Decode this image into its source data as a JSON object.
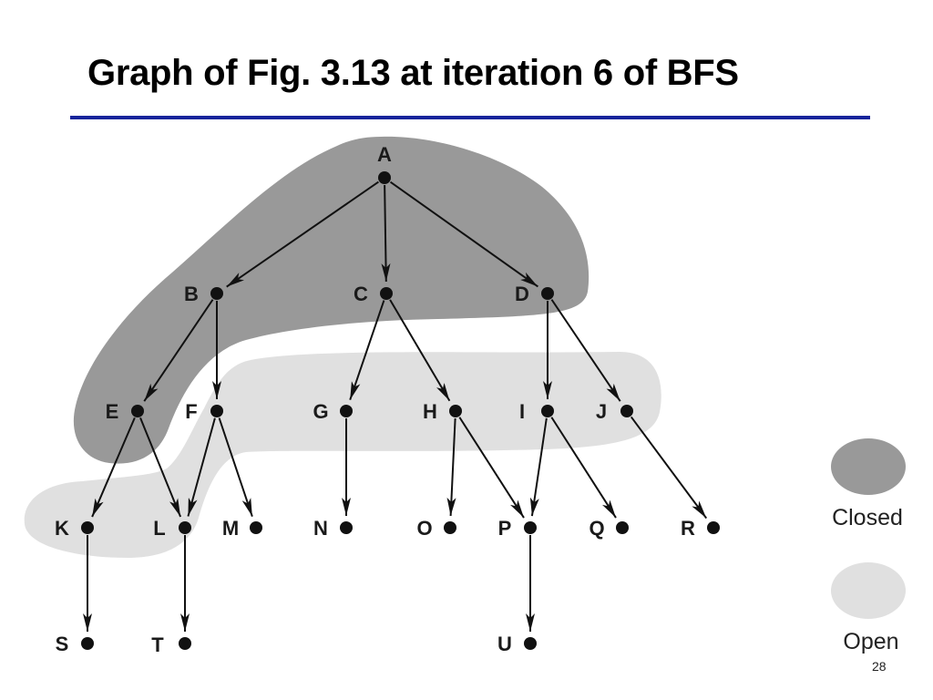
{
  "slide": {
    "title": "Graph of Fig. 3.13 at iteration 6 of BFS",
    "page_number": "28"
  },
  "legend": {
    "closed": {
      "label": "Closed",
      "color": "#999999"
    },
    "open": {
      "label": "Open",
      "color": "#e0e0e0"
    }
  },
  "graph": {
    "nodes": [
      {
        "id": "A",
        "label": "A",
        "set": "closed"
      },
      {
        "id": "B",
        "label": "B",
        "set": "closed"
      },
      {
        "id": "C",
        "label": "C",
        "set": "closed"
      },
      {
        "id": "D",
        "label": "D",
        "set": "closed"
      },
      {
        "id": "E",
        "label": "E",
        "set": "closed"
      },
      {
        "id": "F",
        "label": "F",
        "set": "open"
      },
      {
        "id": "G",
        "label": "G",
        "set": "open"
      },
      {
        "id": "H",
        "label": "H",
        "set": "open"
      },
      {
        "id": "I",
        "label": "I",
        "set": "open"
      },
      {
        "id": "J",
        "label": "J",
        "set": "open"
      },
      {
        "id": "K",
        "label": "K",
        "set": "open"
      },
      {
        "id": "L",
        "label": "L",
        "set": "open"
      },
      {
        "id": "M",
        "label": "M",
        "set": "none"
      },
      {
        "id": "N",
        "label": "N",
        "set": "none"
      },
      {
        "id": "O",
        "label": "O",
        "set": "none"
      },
      {
        "id": "P",
        "label": "P",
        "set": "none"
      },
      {
        "id": "Q",
        "label": "Q",
        "set": "none"
      },
      {
        "id": "R",
        "label": "R",
        "set": "none"
      },
      {
        "id": "S",
        "label": "S",
        "set": "none"
      },
      {
        "id": "T",
        "label": "T",
        "set": "none"
      },
      {
        "id": "U",
        "label": "U",
        "set": "none"
      }
    ],
    "edges": [
      [
        "A",
        "B"
      ],
      [
        "A",
        "C"
      ],
      [
        "A",
        "D"
      ],
      [
        "B",
        "E"
      ],
      [
        "B",
        "F"
      ],
      [
        "C",
        "G"
      ],
      [
        "C",
        "H"
      ],
      [
        "D",
        "I"
      ],
      [
        "D",
        "J"
      ],
      [
        "E",
        "K"
      ],
      [
        "E",
        "L"
      ],
      [
        "F",
        "L"
      ],
      [
        "F",
        "M"
      ],
      [
        "G",
        "N"
      ],
      [
        "H",
        "O"
      ],
      [
        "H",
        "P"
      ],
      [
        "I",
        "P"
      ],
      [
        "I",
        "Q"
      ],
      [
        "J",
        "R"
      ],
      [
        "K",
        "S"
      ],
      [
        "L",
        "T"
      ],
      [
        "P",
        "U"
      ]
    ]
  }
}
